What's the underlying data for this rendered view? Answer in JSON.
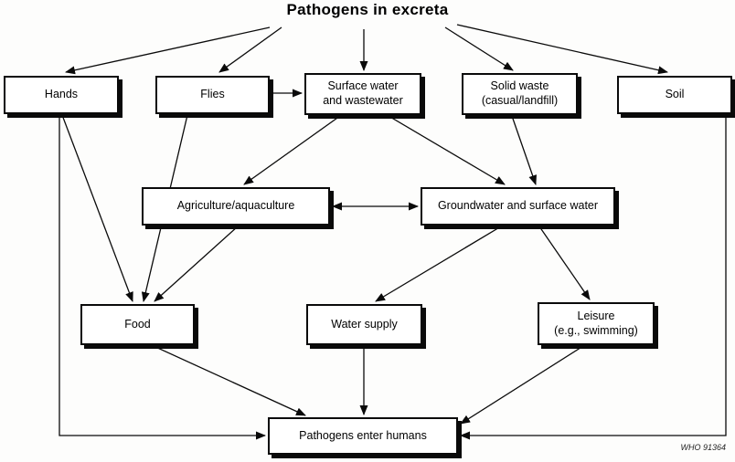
{
  "title": "Pathogens in excreta",
  "watermark": "WHO 91364",
  "nodes": {
    "hands": {
      "label": "Hands"
    },
    "flies": {
      "label": "Flies"
    },
    "surface_water": {
      "label": "Surface water\nand wastewater"
    },
    "solid_waste": {
      "label": "Solid waste\n(casual/landfill)"
    },
    "soil": {
      "label": "Soil"
    },
    "agriculture": {
      "label": "Agriculture/aquaculture"
    },
    "groundwater": {
      "label": "Groundwater and surface water"
    },
    "food": {
      "label": "Food"
    },
    "water_supply": {
      "label": "Water supply"
    },
    "leisure": {
      "label": "Leisure\n(e.g., swimming)"
    },
    "enter_humans": {
      "label": "Pathogens enter humans"
    }
  },
  "edges": [
    {
      "from": "pathogens_in_excreta",
      "to": "hands"
    },
    {
      "from": "pathogens_in_excreta",
      "to": "flies"
    },
    {
      "from": "pathogens_in_excreta",
      "to": "surface_water"
    },
    {
      "from": "pathogens_in_excreta",
      "to": "solid_waste"
    },
    {
      "from": "pathogens_in_excreta",
      "to": "soil"
    },
    {
      "from": "flies",
      "to": "surface_water"
    },
    {
      "from": "surface_water",
      "to": "agriculture"
    },
    {
      "from": "surface_water",
      "to": "groundwater"
    },
    {
      "from": "solid_waste",
      "to": "groundwater"
    },
    {
      "from": "agriculture",
      "to": "groundwater",
      "bidirectional": true
    },
    {
      "from": "hands",
      "to": "food"
    },
    {
      "from": "flies",
      "to": "food"
    },
    {
      "from": "agriculture",
      "to": "food"
    },
    {
      "from": "groundwater",
      "to": "water_supply"
    },
    {
      "from": "groundwater",
      "to": "leisure"
    },
    {
      "from": "food",
      "to": "pathogens_enter_humans"
    },
    {
      "from": "water_supply",
      "to": "pathogens_enter_humans"
    },
    {
      "from": "leisure",
      "to": "pathogens_enter_humans"
    },
    {
      "from": "hands",
      "to": "pathogens_enter_humans"
    },
    {
      "from": "soil",
      "to": "pathogens_enter_humans"
    }
  ],
  "colors": {
    "ink": "#0a0a0a",
    "background": "#fdfdfc"
  }
}
